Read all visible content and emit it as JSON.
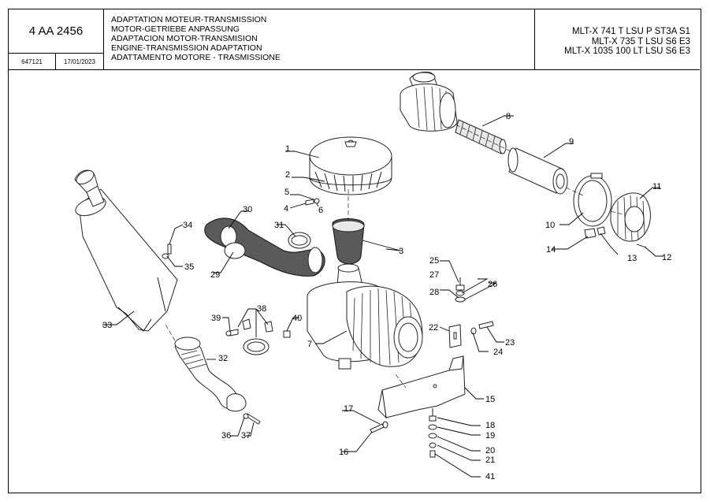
{
  "titleblock": {
    "reference": "4 AA 2456",
    "code": "647121",
    "date": "17/01/2023",
    "titles": [
      "ADAPTATION MOTEUR-TRANSMISSION",
      "MOTOR-GETRIEBE ANPASSUNG",
      "ADAPTACION MOTOR-TRANSMISION",
      "ENGINE-TRANSMISSION ADAPTATION",
      "ADATTAMENTO MOTORE - TRASMISSIONE"
    ],
    "models": [
      "MLT-X 741 T LSU P ST3A S1",
      "MLT-X 735 T LSU S6 E3",
      "MLT-X 1035 100 LT LSU S6 E3"
    ]
  },
  "callouts": [
    "1",
    "2",
    "3",
    "4",
    "5",
    "6",
    "7",
    "8",
    "9",
    "10",
    "11",
    "12",
    "13",
    "14",
    "15",
    "16",
    "17",
    "18",
    "19",
    "20",
    "21",
    "22",
    "23",
    "24",
    "25",
    "26",
    "27",
    "28",
    "29",
    "30",
    "31",
    "32",
    "33",
    "34",
    "35",
    "36",
    "37",
    "38",
    "39",
    "40",
    "41"
  ]
}
